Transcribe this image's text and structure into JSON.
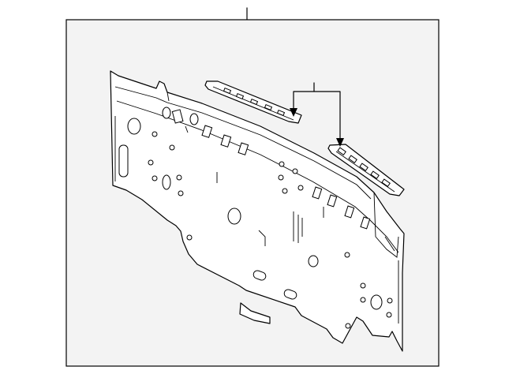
{
  "diagram": {
    "background": "#ffffff",
    "line_color": "#000000",
    "frame_fill": "#f3f3f3",
    "parts": [
      {
        "id": "back-panel",
        "label": ""
      },
      {
        "id": "upper-reinforcement-left",
        "label": ""
      },
      {
        "id": "upper-reinforcement-right",
        "label": ""
      },
      {
        "id": "small-bracket",
        "label": ""
      }
    ]
  }
}
